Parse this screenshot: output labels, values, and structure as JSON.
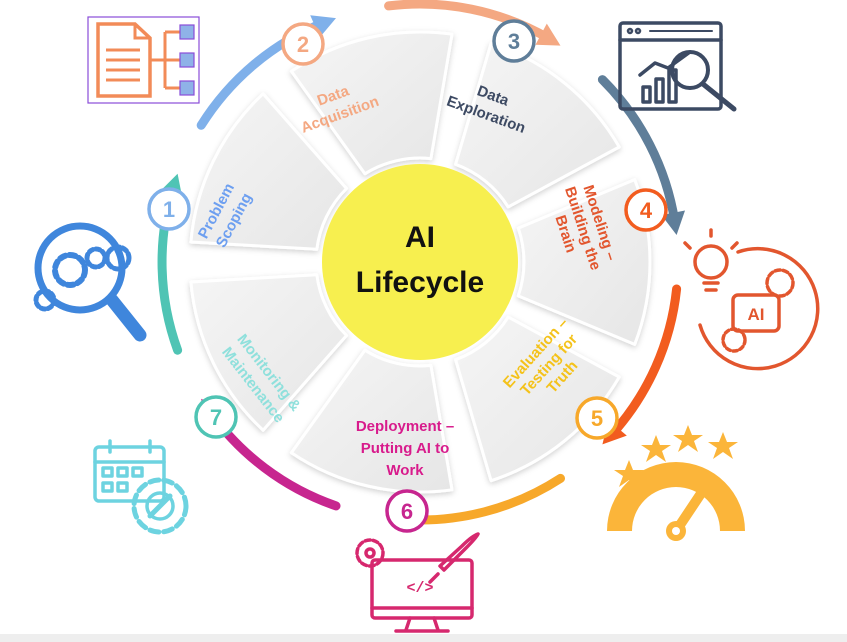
{
  "center": {
    "line1": "AI",
    "line2": "Lifecycle"
  },
  "colors": {
    "center_fill": "#f7ef4f",
    "stage1": "#7fb0ea",
    "stage2": "#f4a882",
    "stage3": "#5f7e99",
    "stage4": "#f25c1f",
    "stage5": "#f7a82a",
    "stage6": "#c7268f",
    "stage7": "#4fc4b4"
  },
  "stages": [
    {
      "number": "1",
      "lines": [
        "Problem",
        "Scoping"
      ],
      "label_color": "#6d9ff0",
      "icon": "magnifier-gears-icon"
    },
    {
      "number": "2",
      "lines": [
        "Data",
        "Acquisition"
      ],
      "label_color": "#f4a882",
      "icon": "data-hierarchy-document-icon"
    },
    {
      "number": "3",
      "lines": [
        "Data",
        "Exploration"
      ],
      "label_color": "#3d4a63",
      "icon": "chart-analysis-browser-icon"
    },
    {
      "number": "4",
      "lines": [
        "Modeling –",
        "Building the",
        "Brain"
      ],
      "label_color": "#e2562e",
      "icon": "ai-lightbulb-gear-icon"
    },
    {
      "number": "5",
      "lines": [
        "Evaluation –",
        "Testing for",
        "Truth"
      ],
      "label_color": "#f4c21a",
      "icon": "rating-gauge-stars-icon"
    },
    {
      "number": "6",
      "lines": [
        "Deployment –",
        "Putting AI to",
        "Work"
      ],
      "label_color": "#d81b8c",
      "icon": "monitor-code-rocket-icon"
    },
    {
      "number": "7",
      "lines": [
        "Monitoring &",
        "Maintenance"
      ],
      "label_color": "#8fe0dc",
      "icon": "calendar-wrench-gear-icon"
    }
  ]
}
